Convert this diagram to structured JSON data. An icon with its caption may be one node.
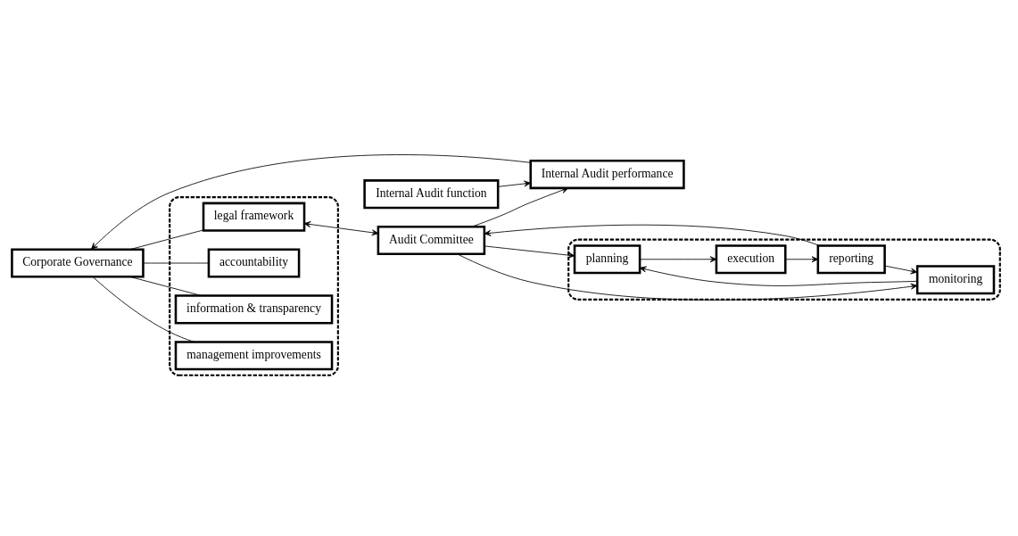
{
  "diagram": {
    "nodes": [
      {
        "text": [
          "Corporate Governance"
        ]
      },
      {
        "text": [],
        "shape": "box"
      },
      {
        "text": [
          "legal framework"
        ],
        "in": 1
      },
      {
        "text": [
          "accountability"
        ],
        "in": 1
      },
      {
        "text": [
          "information & transparency"
        ],
        "in": 1
      },
      {
        "text": [
          "management improvements"
        ],
        "in": 1
      },
      {
        "text": [
          "Audit Committee"
        ]
      },
      {
        "text": [
          "Internal Audit performance"
        ]
      },
      {
        "text": [
          "Internal Audit function"
        ]
      },
      {
        "text": [],
        "shape": "box"
      },
      {
        "text": [
          "planning"
        ],
        "in": 9
      },
      {
        "text": [
          "execution"
        ],
        "in": 9
      },
      {
        "text": [
          "reporting"
        ],
        "in": 9
      },
      {
        "text": [
          "monitoring"
        ],
        "in": 9
      }
    ],
    "edges": [
      {
        "from": 0,
        "to": 2,
        "arrow": "none"
      },
      {
        "from": 0,
        "to": 3,
        "arrow": "none"
      },
      {
        "from": 0,
        "to": 4,
        "arrow": "none"
      },
      {
        "from": 0,
        "to": 5,
        "arrow": "none"
      },
      {
        "from": 2,
        "to": 6,
        "arrow": "both"
      },
      {
        "from": 7,
        "to": 0,
        "arrow": "to"
      },
      {
        "from": 6,
        "to": 7,
        "arrow": "to"
      },
      {
        "from": 8,
        "to": 7,
        "arrow": "to"
      },
      {
        "from": 6,
        "to": 10,
        "arrow": "to"
      },
      {
        "from": 6,
        "to": 13,
        "arrow": "to"
      },
      {
        "from": 12,
        "to": 6,
        "arrow": "to"
      },
      {
        "from": 10,
        "to": 11,
        "arrow": "to"
      },
      {
        "from": 11,
        "to": 12,
        "arrow": "to"
      },
      {
        "from": 12,
        "to": 13,
        "arrow": "to"
      },
      {
        "from": 13,
        "to": 10,
        "arrow": "to"
      }
    ]
  }
}
